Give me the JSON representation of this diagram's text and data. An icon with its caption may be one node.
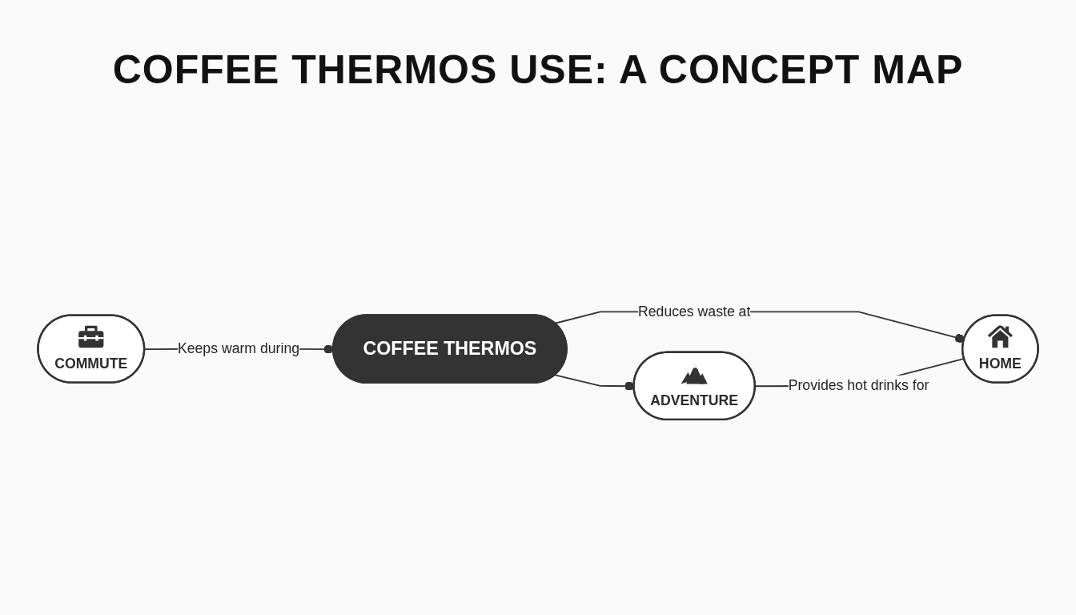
{
  "diagram": {
    "title": "COFFEE THERMOS USE: A CONCEPT MAP",
    "nodes": [
      {
        "text": [
          "COMMUTE"
        ]
      },
      {
        "text": [
          "COFFEE THERMOS"
        ]
      },
      {
        "text": [
          "ADVENTURE"
        ]
      },
      {
        "text": [
          "HOME"
        ]
      }
    ],
    "edges": [
      {
        "from": 0,
        "to": 1,
        "arrow": "other",
        "label": "Keeps warm during"
      },
      {
        "from": 1,
        "to": 2,
        "arrow": "other"
      },
      {
        "from": 1,
        "to": 3,
        "arrow": "other",
        "label": "Reduces waste at"
      },
      {
        "from": 2,
        "to": 3,
        "arrow": "none",
        "label": "Provides hot drinks for"
      }
    ]
  }
}
